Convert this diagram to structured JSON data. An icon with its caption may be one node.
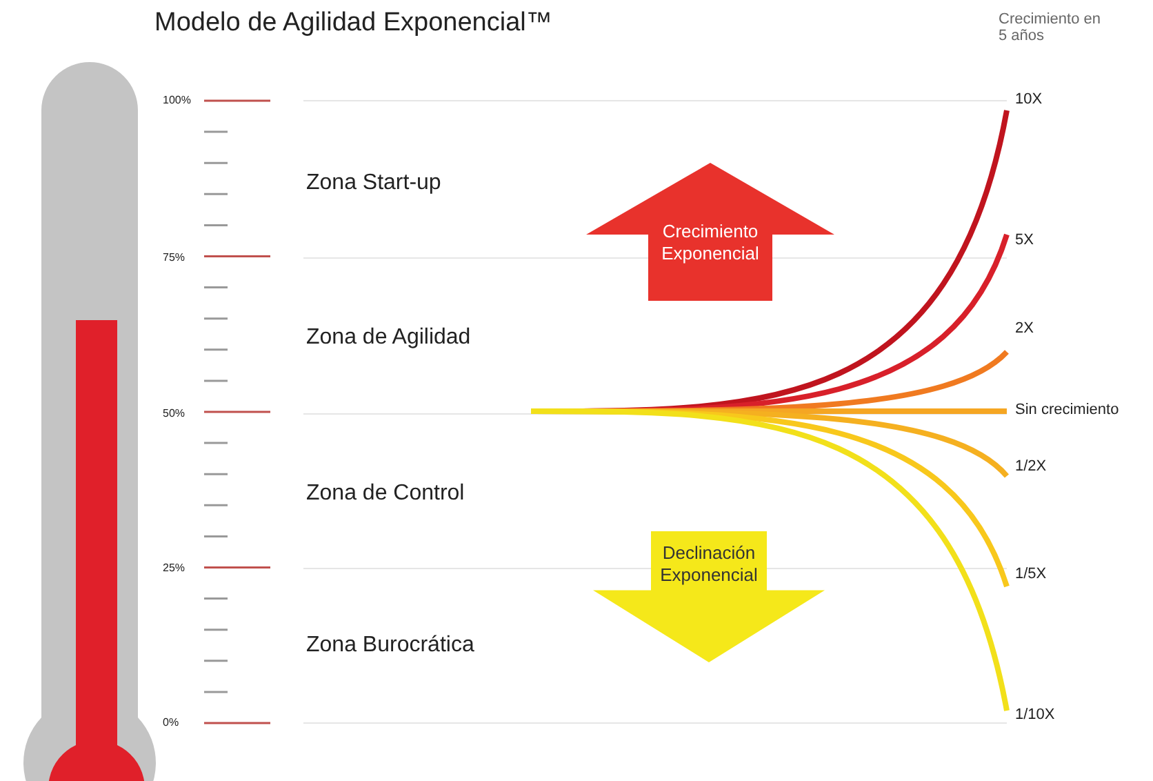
{
  "diagram": {
    "title": "Modelo de Agilidad Exponencial™",
    "nodes": [
      {
        "text": [
          "Crecimiento Exponencial"
        ]
      },
      {
        "text": [
          "Declinación Exponencial"
        ]
      }
    ],
    "labels": [
      "Crecimiento en 5 años",
      "100%",
      "10X",
      "Zona Start-up",
      "75%",
      "5X",
      "Zona de Agilidad",
      "2X",
      "50%",
      "Sin crecimiento",
      "Zona de Control",
      "1/2X",
      "25%",
      "1/5X",
      "Zona Burocrática",
      "0%",
      "1/10X"
    ]
  }
}
